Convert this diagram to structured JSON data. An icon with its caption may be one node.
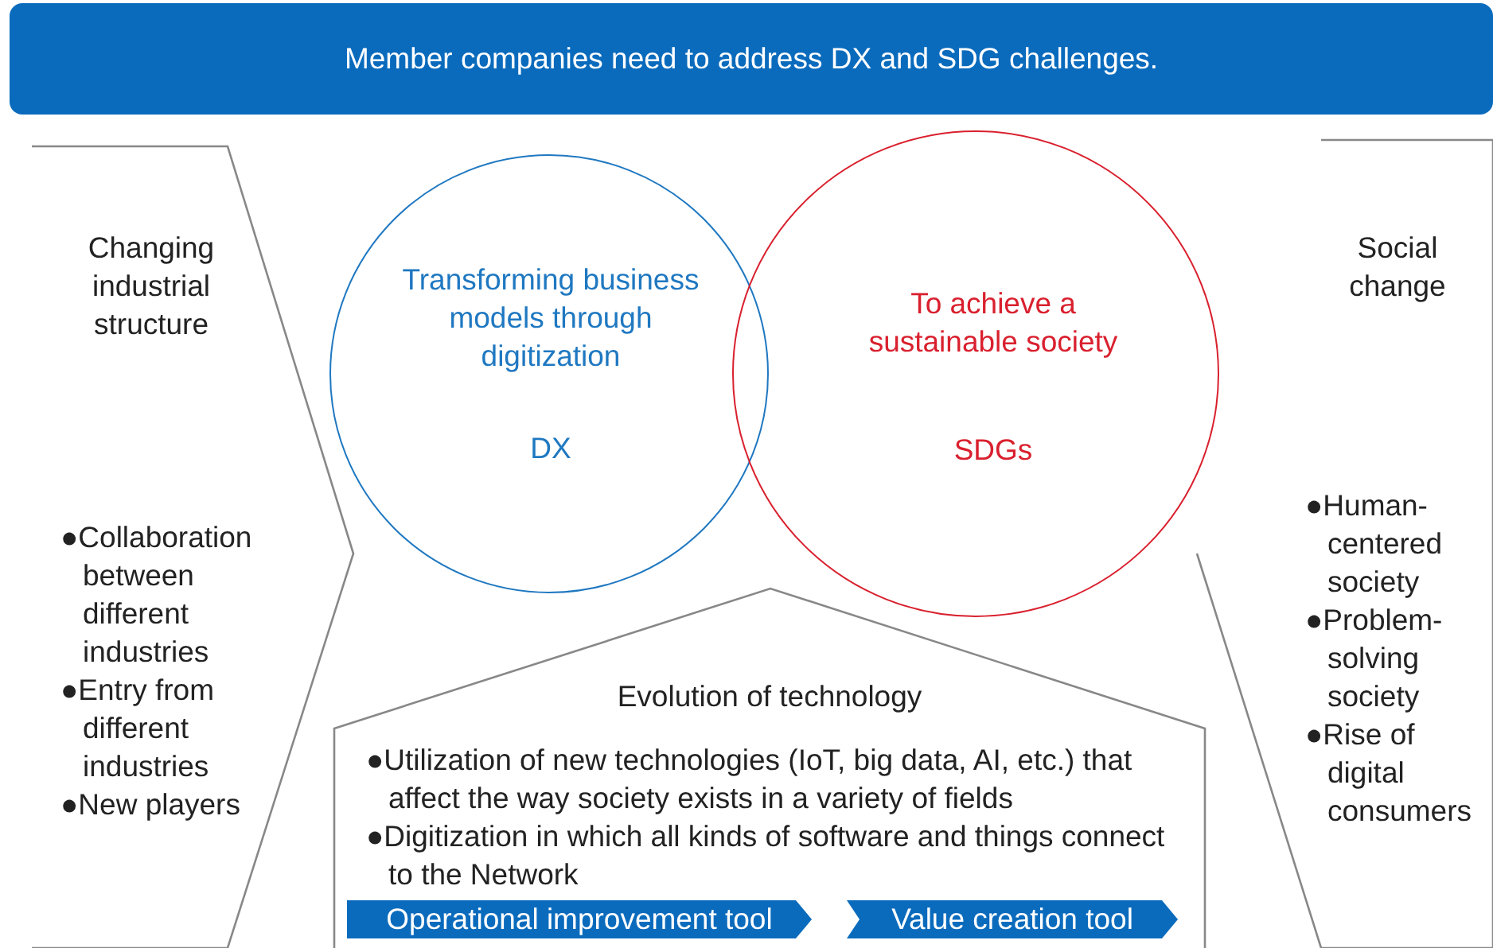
{
  "diagram": {
    "nodes": [
      {
        "text": [
          "Member companies need to address DX and SDG challenges."
        ]
      },
      {
        "text": [
          "Changing industrial structure",
          "●Collaboration between different industries",
          "●Entry from different industries",
          "●New players"
        ]
      },
      {
        "text": [
          "Transforming business models through digitization",
          "DX"
        ]
      },
      {
        "text": [
          "To achieve a sustainable society",
          "SDGs"
        ]
      },
      {
        "text": [
          "Social change",
          "●Human-centered society",
          "●Problem-solving society",
          "●Rise of digital consumers"
        ]
      },
      {
        "text": [
          "Evolution of technology",
          "●Utilization of new technologies (IoT, big data, AI, etc.) that affect the way society exists in a variety of fields",
          "●Digitization in which all kinds of software and things connect to the Network"
        ]
      },
      {
        "text": [
          "Operational improvement tool"
        ],
        "in": 5
      },
      {
        "text": [
          "Value creation tool"
        ],
        "in": 5
      }
    ],
    "edges": []
  }
}
